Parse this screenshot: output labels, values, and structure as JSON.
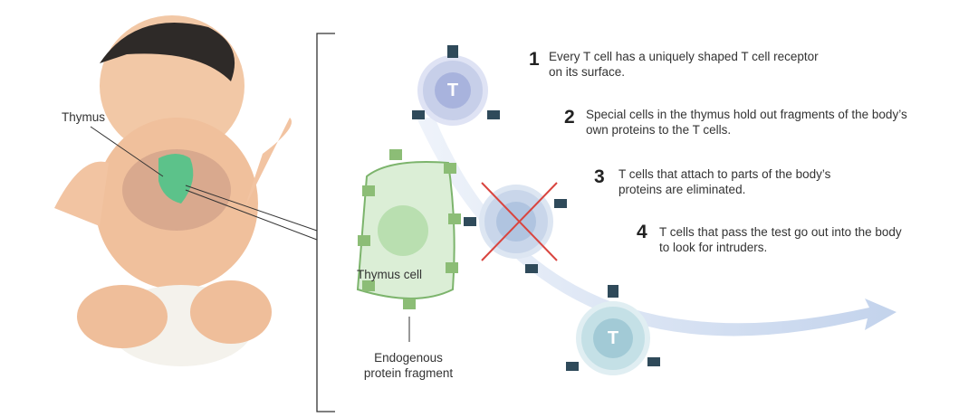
{
  "labels": {
    "thymus": "Thymus",
    "thymus_cell": "Thymus cell",
    "fragment": "Endogenous\nprotein fragment",
    "t_letter": "T"
  },
  "steps": [
    {
      "num": "1",
      "text": "Every T cell has a uniquely shaped T cell receptor on its surface."
    },
    {
      "num": "2",
      "text": "Special cells in the thymus hold out fragments of the body’s own proteins to the T cells."
    },
    {
      "num": "3",
      "text": "T cells that attach to parts of the body’s proteins are eliminated."
    },
    {
      "num": "4",
      "text": "T cells that pass the test go out into the body to look for intruders."
    }
  ]
}
